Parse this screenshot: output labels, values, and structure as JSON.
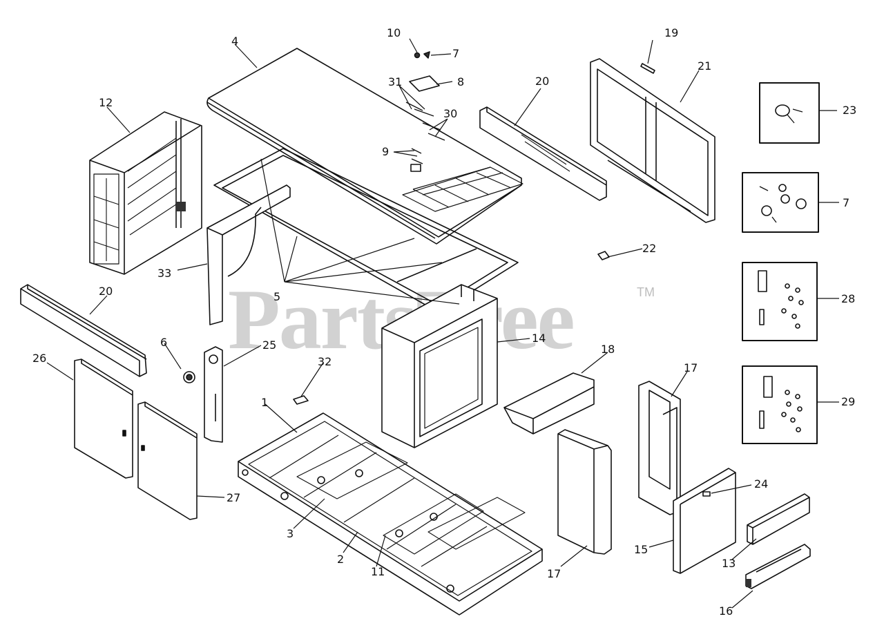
{
  "watermark": {
    "text": "PartsTree",
    "trademark": "TM"
  },
  "callouts": {
    "c1": "1",
    "c2": "2",
    "c3": "3",
    "c4": "4",
    "c5": "5",
    "c6": "6",
    "c7a": "7",
    "c7b": "7",
    "c8": "8",
    "c9": "9",
    "c10": "10",
    "c11": "11",
    "c12": "12",
    "c13": "13",
    "c14": "14",
    "c15": "15",
    "c16": "16",
    "c17a": "17",
    "c17b": "17",
    "c18": "18",
    "c19": "19",
    "c20a": "20",
    "c20b": "20",
    "c21": "21",
    "c22": "22",
    "c23": "23",
    "c24": "24",
    "c25": "25",
    "c26": "26",
    "c27": "27",
    "c28": "28",
    "c29": "29",
    "c30": "30",
    "c31": "31",
    "c32": "32",
    "c33": "33"
  }
}
